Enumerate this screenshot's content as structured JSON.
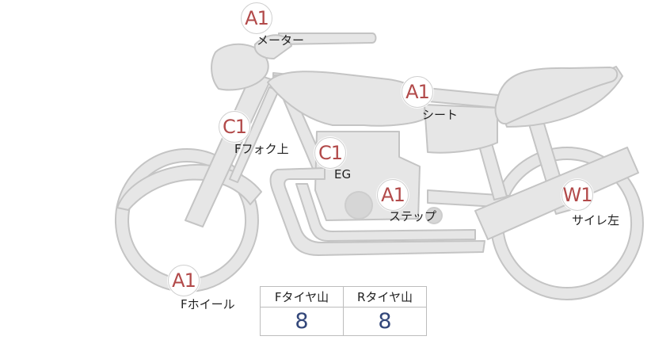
{
  "colors": {
    "body_fill": "#e6e6e6",
    "body_stroke": "#c4c4c4",
    "badge_text": "#b24a4a",
    "value_text": "#33477a"
  },
  "badges": {
    "meter": "A1",
    "seat": "A1",
    "fork": "C1",
    "engine": "C1",
    "step": "A1",
    "muffler": "W1",
    "wheel": "A1"
  },
  "labels": {
    "meter": "メーター",
    "seat": "シート",
    "fork": "Fフォク上",
    "engine": "EG",
    "step": "ステップ",
    "muffler": "サイレ左",
    "wheel": "Fホイール"
  },
  "tread": {
    "front_header": "Fタイヤ山",
    "rear_header": "Rタイヤ山",
    "front_value": "8",
    "rear_value": "8"
  }
}
